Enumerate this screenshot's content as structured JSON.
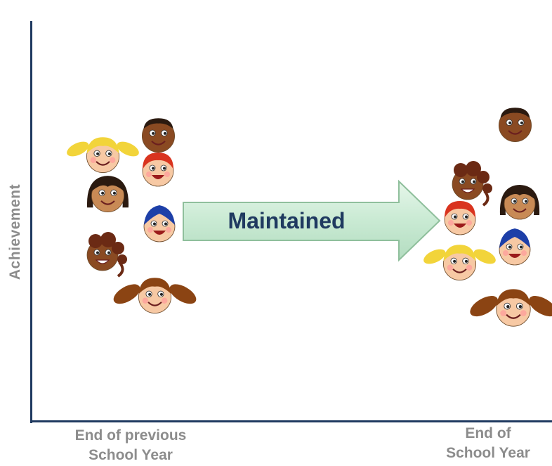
{
  "axes": {
    "ylabel": "Achievement",
    "xlabel_left": [
      "End of previous",
      "School Year"
    ],
    "xlabel_right": [
      "End of",
      "School Year"
    ]
  },
  "arrow": {
    "label": "Maintained"
  },
  "colors": {
    "axis": "#1f3a60",
    "label_gray": "#8c8c8c",
    "arrow_fill": "#c9ead3",
    "arrow_stroke": "#8fbf9c",
    "arrow_text": "#1f3a60"
  },
  "students": [
    {
      "id": "blonde-pigtails",
      "label": "blonde pigtails student",
      "icon": "blonde-pigtails-face-icon"
    },
    {
      "id": "dark-skin-boy",
      "label": "dark skin boy student",
      "icon": "dark-skin-boy-face-icon"
    },
    {
      "id": "redhead",
      "label": "redhead student",
      "icon": "redhead-face-icon"
    },
    {
      "id": "dark-hair-tan",
      "label": "dark hair tan skin student",
      "icon": "dark-hair-face-icon"
    },
    {
      "id": "blue-hair",
      "label": "blue hair student",
      "icon": "blue-hair-face-icon"
    },
    {
      "id": "curly-hair",
      "label": "curly hair student",
      "icon": "curly-hair-face-icon"
    },
    {
      "id": "brown-pigtails",
      "label": "brown pigtails student",
      "icon": "brown-pigtails-face-icon"
    }
  ]
}
